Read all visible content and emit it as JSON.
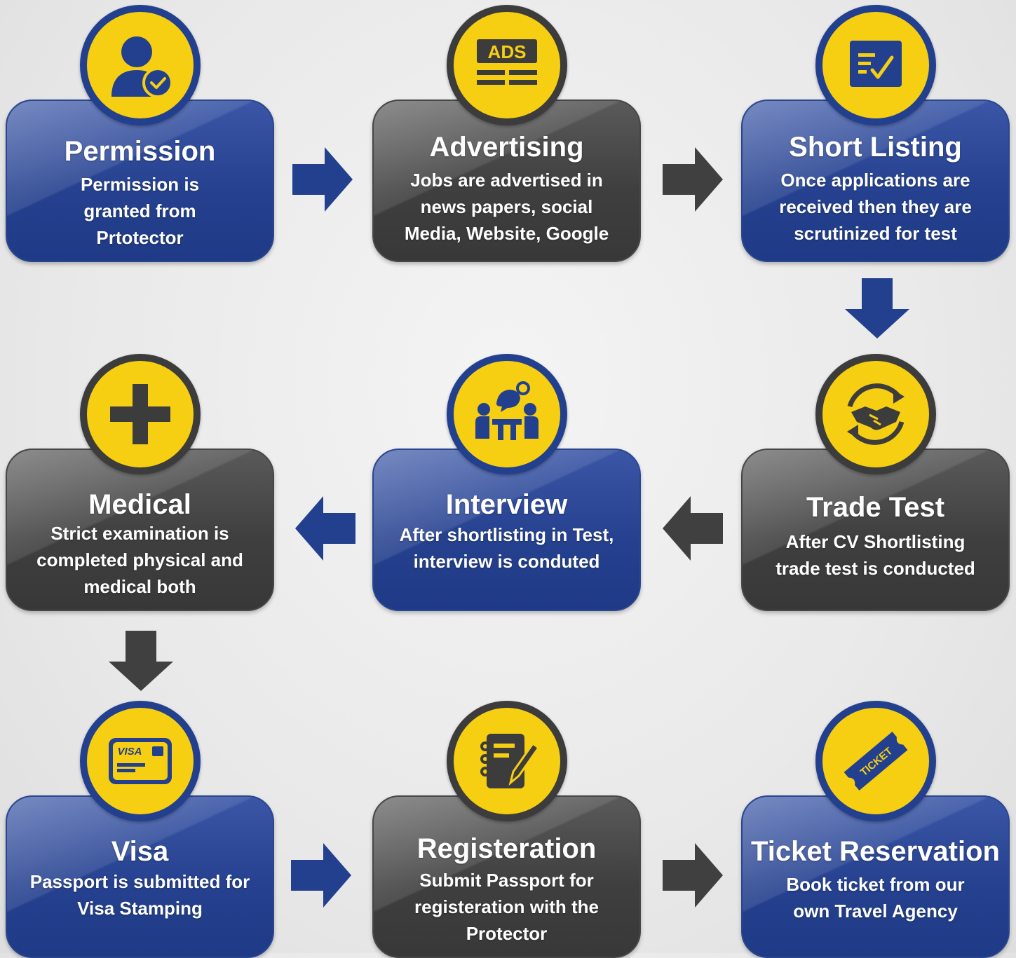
{
  "colors": {
    "blue": "#22408e",
    "dark": "#3f3f3f",
    "yellow": "#f7cf12"
  },
  "steps": [
    {
      "title": "Permission",
      "description": "Permission is granted from Prtotector",
      "icon": "user-check-icon",
      "theme": "blue"
    },
    {
      "title": "Advertising",
      "description": "Jobs are advertised in news papers, social Media, Website, Google",
      "icon": "ads-icon",
      "theme": "dark",
      "icon_text": "ADS"
    },
    {
      "title": "Short Listing",
      "description": "Once applications are received then they are scrutinized for test",
      "icon": "checklist-icon",
      "theme": "blue"
    },
    {
      "title": "Trade Test",
      "description": "After CV Shortlisting trade test is conducted",
      "icon": "handshake-icon",
      "theme": "dark"
    },
    {
      "title": "Interview",
      "description": "After shortlisting in Test, interview is conduted",
      "icon": "meeting-icon",
      "theme": "blue"
    },
    {
      "title": "Medical",
      "description": "Strict examination is completed physical and medical both",
      "icon": "plus-icon",
      "theme": "dark"
    },
    {
      "title": "Visa",
      "description": "Passport is submitted for Visa Stamping",
      "icon": "visa-card-icon",
      "theme": "blue",
      "icon_text": "VISA"
    },
    {
      "title": "Registeration",
      "description": "Submit Passport for registeration with the Protector",
      "icon": "notepad-pen-icon",
      "theme": "dark"
    },
    {
      "title": "Ticket Reservation",
      "description": "Book ticket from our own Travel Agency",
      "icon": "ticket-icon",
      "theme": "blue",
      "icon_text": "TICKET"
    }
  ],
  "arrows": [
    {
      "direction": "right",
      "theme": "blue"
    },
    {
      "direction": "right",
      "theme": "dark"
    },
    {
      "direction": "down",
      "theme": "blue"
    },
    {
      "direction": "left",
      "theme": "dark"
    },
    {
      "direction": "left",
      "theme": "blue"
    },
    {
      "direction": "down",
      "theme": "dark"
    },
    {
      "direction": "right",
      "theme": "blue"
    },
    {
      "direction": "right",
      "theme": "dark"
    }
  ]
}
